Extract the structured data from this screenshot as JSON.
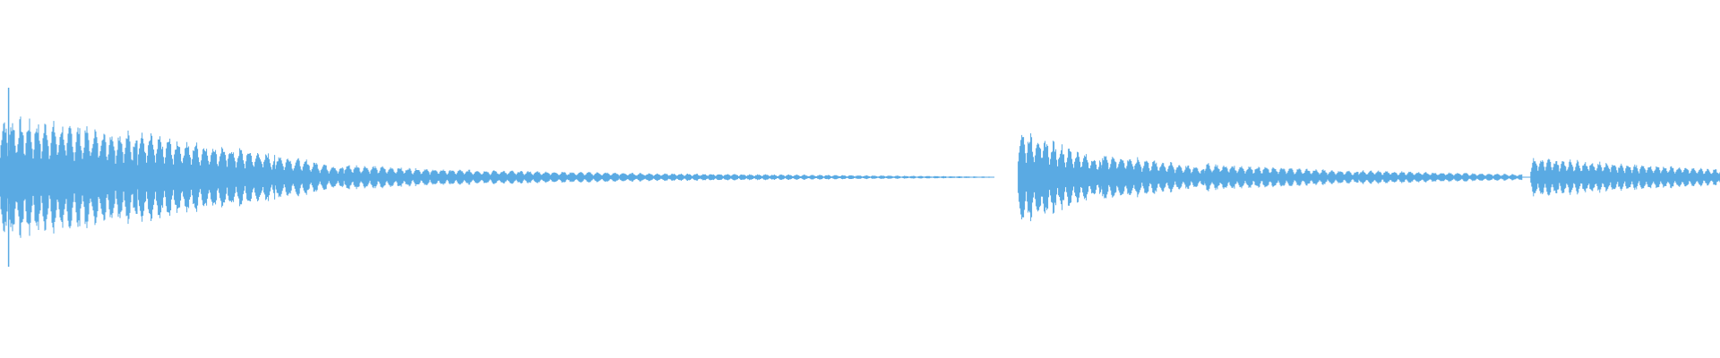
{
  "waveform": {
    "color": "#5aaae3",
    "segments": [
      {
        "start": 0.0,
        "end": 0.08,
        "amp_start": 0.62,
        "amp_end": 0.45,
        "period": 0.0048
      },
      {
        "start": 0.08,
        "end": 0.16,
        "amp_start": 0.45,
        "amp_end": 0.24,
        "period": 0.0052
      },
      {
        "start": 0.16,
        "end": 0.2,
        "amp_start": 0.24,
        "amp_end": 0.1,
        "period": 0.0052
      },
      {
        "start": 0.2,
        "end": 0.26,
        "amp_start": 0.13,
        "amp_end": 0.08,
        "period": 0.005
      },
      {
        "start": 0.26,
        "end": 0.38,
        "amp_start": 0.08,
        "amp_end": 0.04,
        "period": 0.005
      },
      {
        "start": 0.38,
        "end": 0.578,
        "amp_start": 0.04,
        "amp_end": 0.006,
        "period": 0.0045
      }
    ],
    "segments_b": [
      {
        "start": 0.592,
        "end": 0.64,
        "amp_start": 0.5,
        "amp_end": 0.18,
        "period": 0.0046
      },
      {
        "start": 0.64,
        "end": 0.7,
        "amp_start": 0.25,
        "amp_end": 0.1,
        "period": 0.0048
      },
      {
        "start": 0.7,
        "end": 0.79,
        "amp_start": 0.14,
        "amp_end": 0.06,
        "period": 0.0048
      },
      {
        "start": 0.79,
        "end": 0.885,
        "amp_start": 0.07,
        "amp_end": 0.03,
        "period": 0.0046
      },
      {
        "start": 0.89,
        "end": 1.0,
        "amp_start": 0.2,
        "amp_end": 0.08,
        "period": 0.0042
      }
    ],
    "spike": {
      "x": 0.005,
      "amp": 1.0
    }
  }
}
